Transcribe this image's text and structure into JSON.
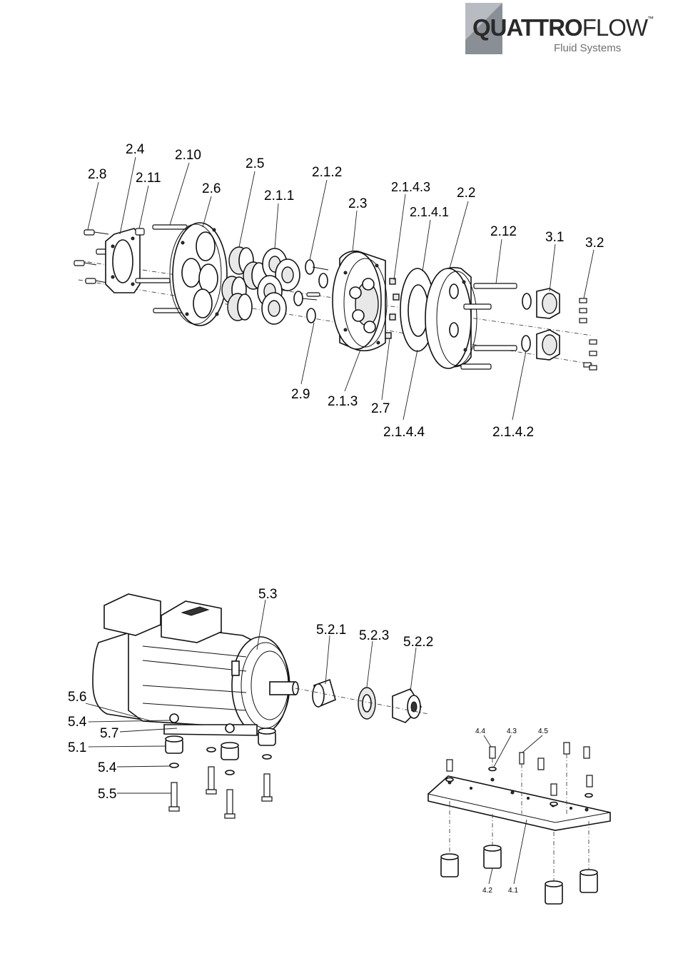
{
  "brand": {
    "name_bold": "QUATTRO",
    "name_light": "FLOW",
    "trademark": "™",
    "subtitle": "Fluid Systems"
  },
  "pump_diagram": {
    "callouts": [
      "2.4",
      "2.10",
      "2.8",
      "2.11",
      "2.5",
      "2.6",
      "2.1.2",
      "2.1.1",
      "2.1.4.3",
      "2.2",
      "2.3",
      "2.1.4.1",
      "2.12",
      "3.1",
      "3.2",
      "2.9",
      "2.1.3",
      "2.7",
      "2.1.4.4",
      "2.1.4.2"
    ]
  },
  "motor_diagram": {
    "callouts": [
      "5.3",
      "5.2.1",
      "5.2.3",
      "5.2.2",
      "5.6",
      "5.4",
      "5.7",
      "5.1",
      "5.4",
      "5.5"
    ]
  },
  "baseplate_diagram": {
    "callouts": [
      "4.4",
      "4.3",
      "4.5",
      "4.2",
      "4.1"
    ]
  }
}
